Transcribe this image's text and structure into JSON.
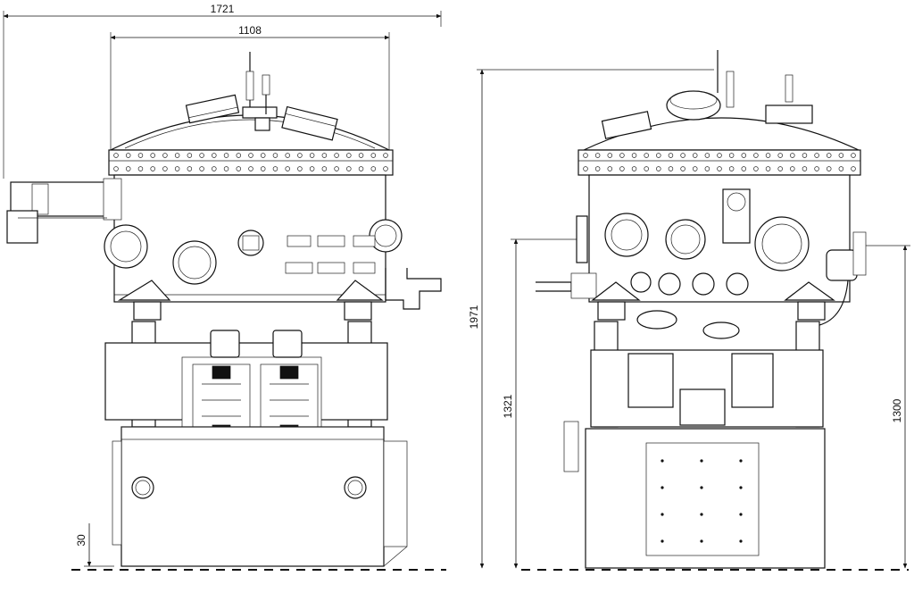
{
  "drawing": {
    "front_view": {
      "overall_width": "1721",
      "chamber_width": "1108",
      "floor_offset": "30"
    },
    "side_view": {
      "overall_height": "1971",
      "lid_height": "1321",
      "flange_height": "1300"
    }
  }
}
